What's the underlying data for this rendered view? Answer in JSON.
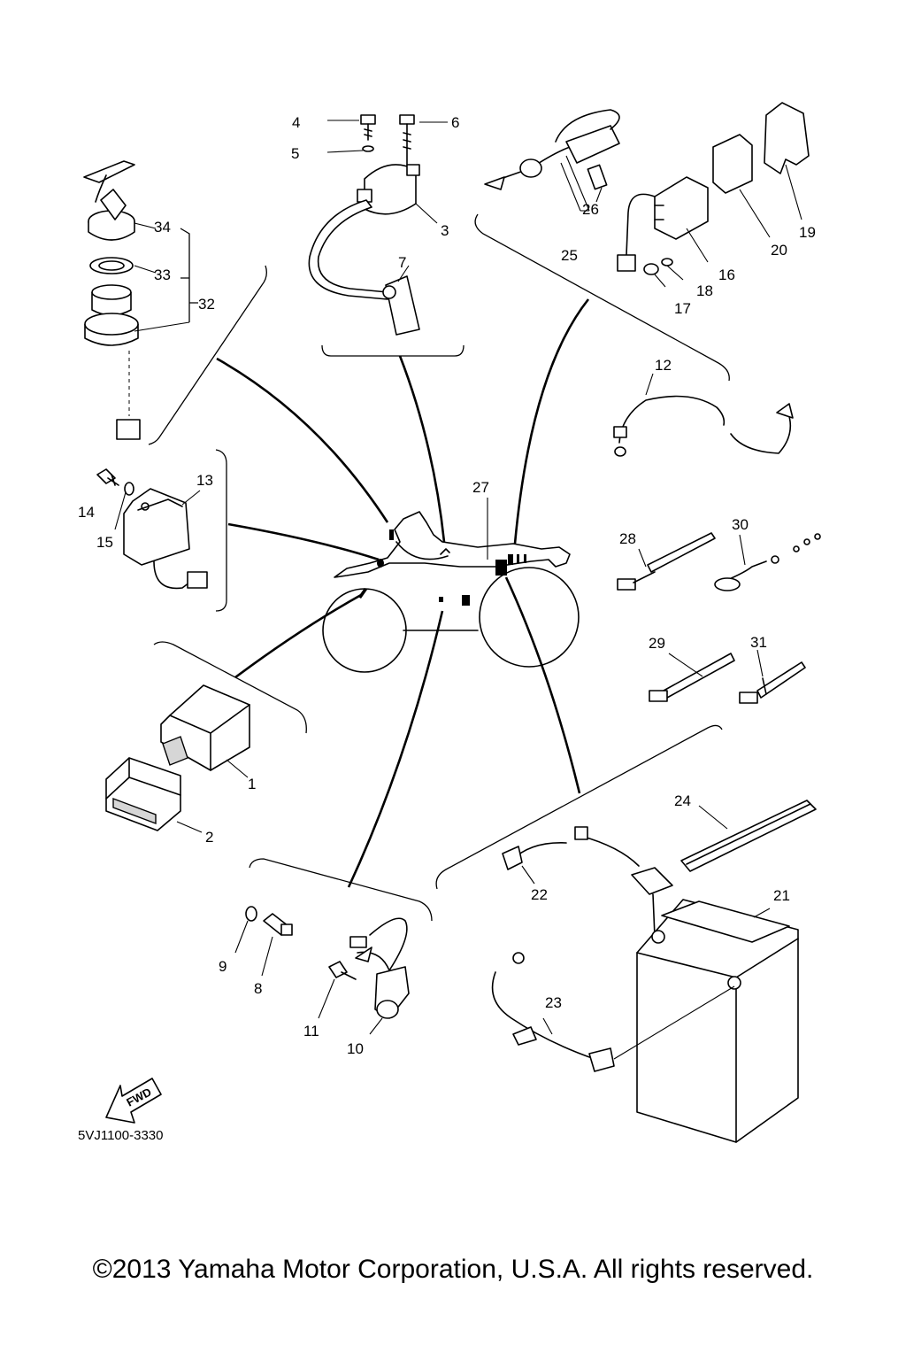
{
  "diagram": {
    "callouts": [
      "1",
      "2",
      "3",
      "4",
      "5",
      "6",
      "7",
      "8",
      "9",
      "10",
      "11",
      "12",
      "13",
      "14",
      "15",
      "16",
      "17",
      "18",
      "19",
      "20",
      "21",
      "22",
      "23",
      "24",
      "25",
      "26",
      "27",
      "28",
      "29",
      "30",
      "31",
      "32",
      "33",
      "34"
    ],
    "fwd_label": "FWD",
    "drawing_code": "5VJ1100-3330"
  },
  "footer": {
    "copyright": "©2013 Yamaha Motor Corporation, U.S.A. All rights reserved."
  }
}
